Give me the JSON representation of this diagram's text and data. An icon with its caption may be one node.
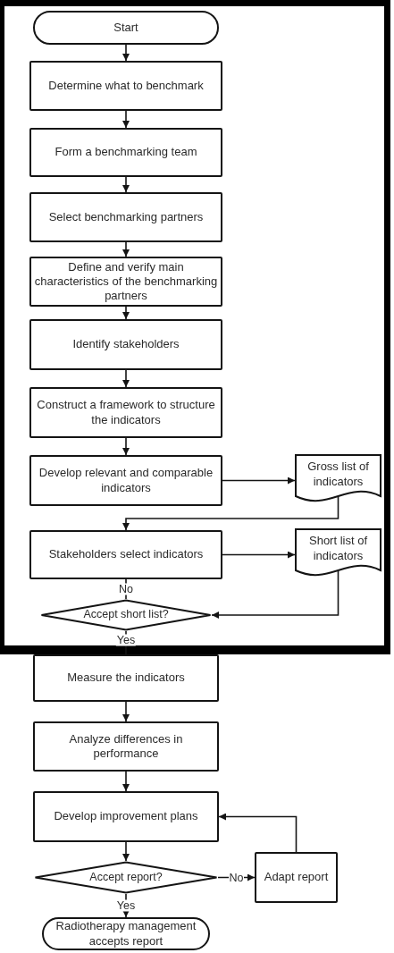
{
  "diagram": {
    "nodes": [
      {
        "text": [
          "Start"
        ]
      },
      {
        "text": [
          "Determine what to benchmark"
        ]
      },
      {
        "text": [
          "Form a benchmarking team"
        ]
      },
      {
        "text": [
          "Select benchmarking partners"
        ]
      },
      {
        "text": [
          "Define and verify main characteristics of the benchmarking partners"
        ]
      },
      {
        "text": [
          "Identify stakeholders"
        ]
      },
      {
        "text": [
          "Construct a framework to structure the indicators"
        ]
      },
      {
        "text": [
          "Develop relevant and comparable indicators"
        ]
      },
      {
        "text": [
          "Gross list of indicators"
        ]
      },
      {
        "text": [
          "Stakeholders select indicators"
        ]
      },
      {
        "text": [
          "Short list of indicators"
        ]
      },
      {
        "text": [
          "Accept short list?"
        ]
      },
      {
        "text": [
          "Measure the indicators"
        ]
      },
      {
        "text": [
          "Analyze differences in performance"
        ]
      },
      {
        "text": [
          "Develop improvement plans"
        ]
      },
      {
        "text": [
          "Accept report?"
        ]
      },
      {
        "text": [
          "Adapt report"
        ]
      },
      {
        "text": [
          "Radiotherapy management accepts report"
        ]
      }
    ],
    "edges": [
      {
        "from": 0,
        "to": 1,
        "arrow": "to"
      },
      {
        "from": 1,
        "to": 2,
        "arrow": "to"
      },
      {
        "from": 2,
        "to": 3,
        "arrow": "to"
      },
      {
        "from": 3,
        "to": 4,
        "arrow": "to"
      },
      {
        "from": 4,
        "to": 5,
        "arrow": "to"
      },
      {
        "from": 5,
        "to": 6,
        "arrow": "to"
      },
      {
        "from": 6,
        "to": 7,
        "arrow": "to"
      },
      {
        "from": 7,
        "to": 8,
        "arrow": "to"
      },
      {
        "from": 8,
        "to": 9,
        "arrow": "to"
      },
      {
        "from": 9,
        "to": 10,
        "arrow": "to"
      },
      {
        "from": 10,
        "to": 11,
        "arrow": "to"
      },
      {
        "from": 11,
        "to": 9,
        "label": "No",
        "arrow": "none"
      },
      {
        "from": 11,
        "to": 12,
        "label": "Yes",
        "arrow": "none"
      },
      {
        "from": 12,
        "to": 13,
        "arrow": "to"
      },
      {
        "from": 13,
        "to": 14,
        "arrow": "to"
      },
      {
        "from": 14,
        "to": 15,
        "arrow": "to"
      },
      {
        "from": 15,
        "to": 16,
        "label": "No",
        "arrow": "to"
      },
      {
        "from": 16,
        "to": 14,
        "arrow": "to"
      },
      {
        "from": 15,
        "to": 17,
        "label": "Yes",
        "arrow": "to"
      }
    ]
  }
}
